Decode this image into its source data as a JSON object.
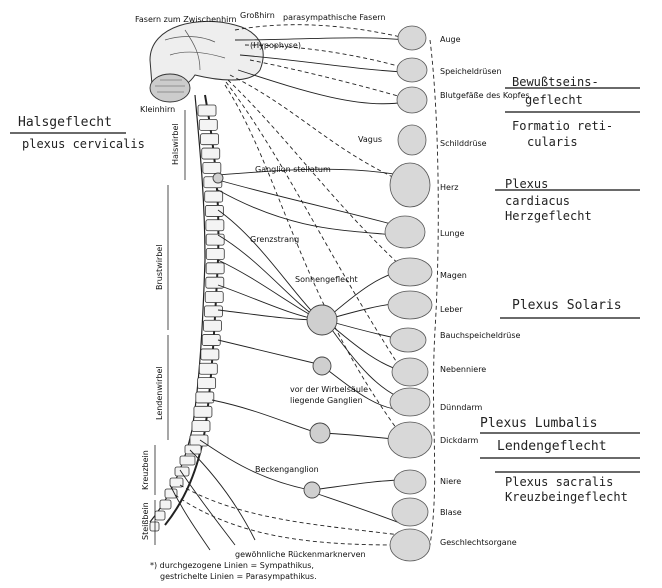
{
  "labels": {
    "fasern": "Fasern zum Zwischenhirn",
    "grosshirn": "Großhirn",
    "parasympathische": "parasympathische Fasern",
    "hypophyse": "(Hypophyse)",
    "kleinhirn": "Kleinhirn",
    "vagus": "Vagus",
    "halswirbel": "Halswirbel",
    "brustwirbel": "Brustwirbel",
    "lendenwirbel": "Lendenwirbel",
    "kreuzbein": "Kreuzbein",
    "steissbein": "Steißbein",
    "ganglion_stellatum": "Ganglion stellatum",
    "grenzstrang": "Grenzstrang",
    "sonnengeflecht": "Sonnengeflecht",
    "wirbelsaeule_1": "vor der Wirbelsäule",
    "wirbelsaeule_2": "liegende Ganglien",
    "beckenganglion": "Beckenganglion",
    "rueckenmarknerven": "gewöhnliche Rückenmarknerven"
  },
  "organs": [
    {
      "key": "auge",
      "text": "Auge"
    },
    {
      "key": "speichel",
      "text": "Speicheldrüsen"
    },
    {
      "key": "blutgef",
      "text": "Blutgefäße des Kopfes"
    },
    {
      "key": "schild",
      "text": "Schilddrüse"
    },
    {
      "key": "herz",
      "text": "Herz"
    },
    {
      "key": "lunge",
      "text": "Lunge"
    },
    {
      "key": "magen",
      "text": "Magen"
    },
    {
      "key": "leber",
      "text": "Leber"
    },
    {
      "key": "bauch",
      "text": "Bauchspeicheldrüse"
    },
    {
      "key": "neben",
      "text": "Nebenniere"
    },
    {
      "key": "duenn",
      "text": "Dünndarm"
    },
    {
      "key": "dick",
      "text": "Dickdarm"
    },
    {
      "key": "niere",
      "text": "Niere"
    },
    {
      "key": "blase",
      "text": "Blase"
    },
    {
      "key": "geschlecht",
      "text": "Geschlechtsorgane"
    }
  ],
  "annotations": {
    "halsgeflecht": "Halsgeflecht",
    "plexus_cervicalis": "plexus cervicalis",
    "bewusstsein": "Bewußtseins-",
    "geflecht": "geflecht",
    "formatio": "Formatio reti-",
    "cularis": "cularis",
    "plexus": "Plexus",
    "cardiacus": "cardiacus",
    "herzgeflecht": "Herzgeflecht",
    "plexus_solaris": "Plexus Solaris",
    "plexus_lumbalis": "Plexus Lumbalis",
    "lendengeflecht": "Lendengeflecht",
    "plexus_sacralis": "Plexus sacralis",
    "kreuzbeingeflecht": "Kreuzbeingeflecht"
  },
  "footnote": {
    "line1": "*) durchgezogene Linien = Sympathikus,",
    "line2": "gestrichelte Linien = Parasympathikus."
  }
}
